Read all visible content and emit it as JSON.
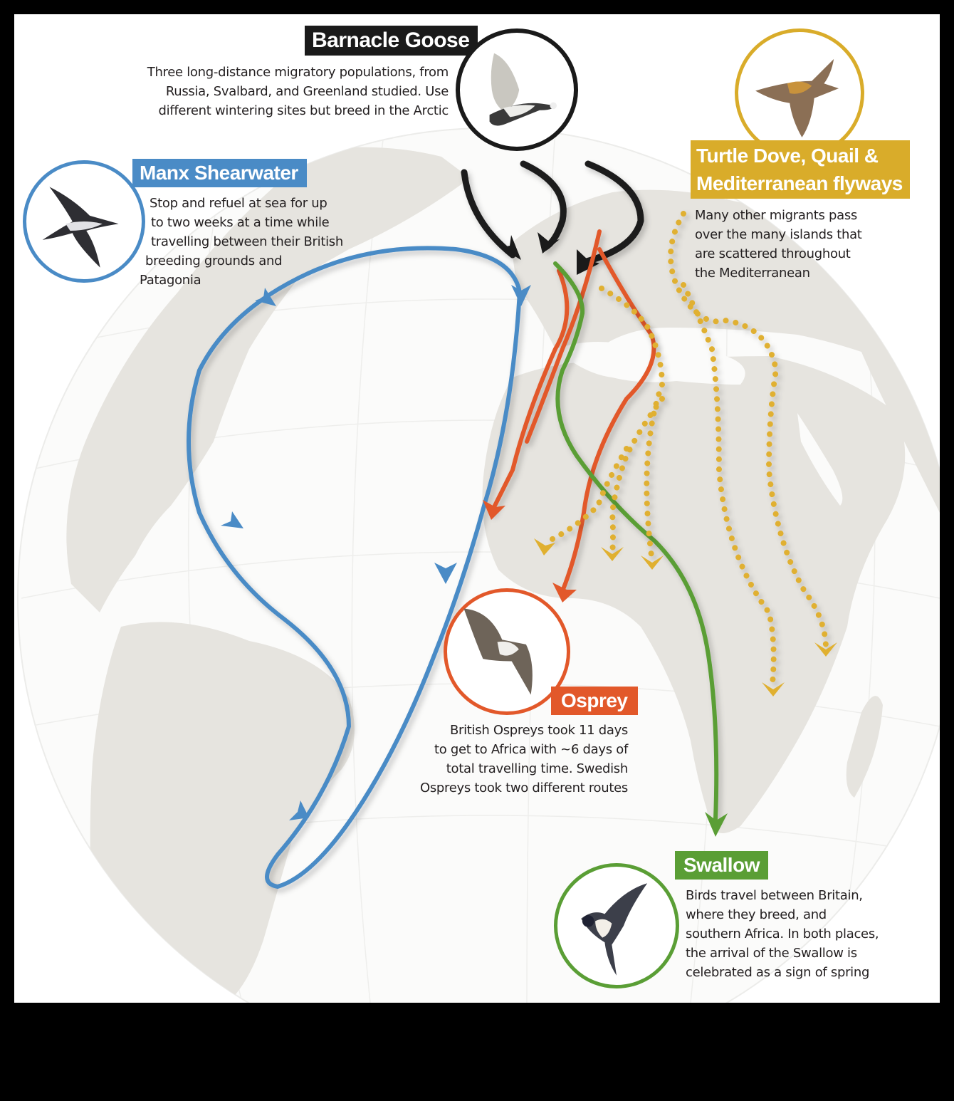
{
  "colors": {
    "goose": "#1a1a1a",
    "shearwater": "#4a8bc6",
    "dove": "#d9ac2a",
    "osprey": "#e2582a",
    "swallow": "#5a9e35",
    "land": "#e6e4df",
    "ocean": "#ffffff",
    "frame": "#000000"
  },
  "birds": {
    "barnacle_goose": {
      "title": "Barnacle Goose",
      "lines": [
        "Three long-distance migratory populations, from",
        "Russia, Svalbard, and Greenland studied. Use",
        "different wintering sites but breed in the Arctic"
      ],
      "icon": "barnacle-goose-photo"
    },
    "manx_shearwater": {
      "title": "Manx Shearwater",
      "lines": [
        "Stop and refuel at sea for up",
        "to two weeks at a time while",
        "travelling between their British",
        "breeding grounds and",
        "Patagonia"
      ],
      "icon": "manx-shearwater-photo"
    },
    "turtle_dove": {
      "title_line1": "Turtle Dove, Quail &",
      "title_line2": "Mediterranean flyways",
      "lines": [
        "Many other migrants pass",
        "over the many islands that",
        "are scattered throughout",
        "the Mediterranean"
      ],
      "icon": "turtle-dove-photo"
    },
    "osprey": {
      "title": "Osprey",
      "lines": [
        "British Ospreys took 11 days",
        "to get to Africa with ~6 days of",
        "total travelling time. Swedish",
        "Ospreys took two different routes"
      ],
      "icon": "osprey-photo"
    },
    "swallow": {
      "title": "Swallow",
      "lines": [
        "Birds travel between Britain,",
        "where they breed, and",
        "southern Africa. In both places,",
        "the arrival of the Swallow is",
        "celebrated as a sign of spring"
      ],
      "icon": "swallow-photo"
    }
  }
}
